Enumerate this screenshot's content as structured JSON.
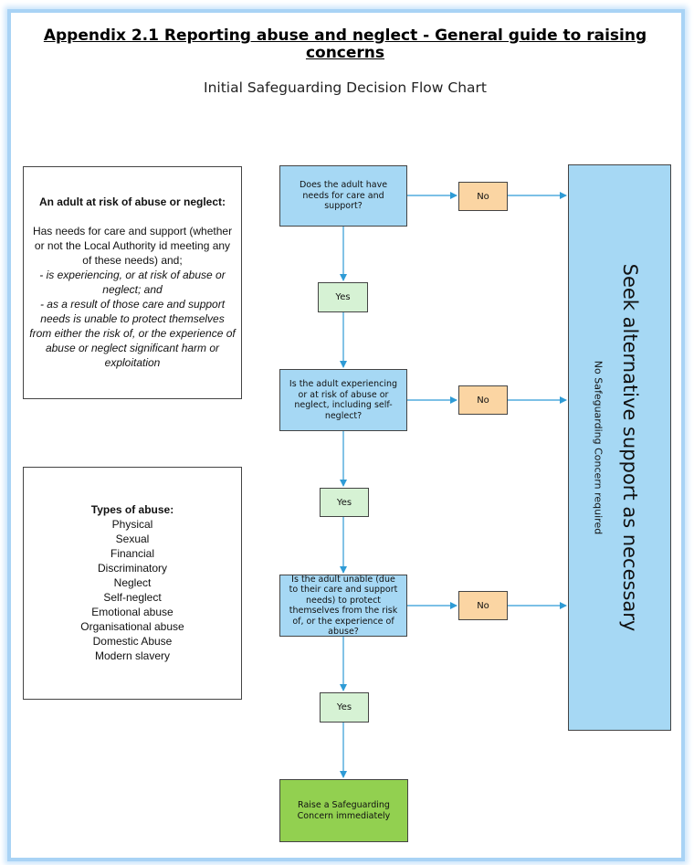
{
  "title": "Appendix 2.1 Reporting abuse and neglect - General guide to raising concerns",
  "subtitle": "Initial Safeguarding Decision Flow Chart",
  "left_panel_1": {
    "heading": "An adult at risk of abuse or neglect:",
    "line1": "Has needs for care and support (whether or not the Local Authority id meeting any of these needs) and;",
    "line2": "- is experiencing, or at risk of abuse or neglect; and",
    "line3": "- as a result of those care and support needs is unable to protect themselves from either the risk of, or the experience of abuse or neglect significant harm or exploitation"
  },
  "left_panel_2": {
    "heading": "Types of abuse:",
    "items": [
      "Physical",
      "Sexual",
      "Financial",
      "Discriminatory",
      "Neglect",
      "Self-neglect",
      "Emotional abuse",
      "Organisational abuse",
      "Domestic Abuse",
      "Modern slavery"
    ]
  },
  "flow": {
    "q1": "Does the adult have needs for care and support?",
    "q2": "Is the adult experiencing or at risk of abuse or neglect, including self-neglect?",
    "q3": "Is the adult unable (due to their care and support needs) to protect themselves from the risk of, or the experience of abuse?",
    "yes": "Yes",
    "no": "No",
    "final": "Raise a Safeguarding Concern immediately"
  },
  "alternative": {
    "main": "Seek alternative support as necessary",
    "sub": "No Safeguarding Concern required"
  },
  "colors": {
    "question": "#a6d8f4",
    "no": "#fbd5a3",
    "yes": "#d6f2d4",
    "final": "#92d050",
    "arrow": "#2e9bd6"
  }
}
